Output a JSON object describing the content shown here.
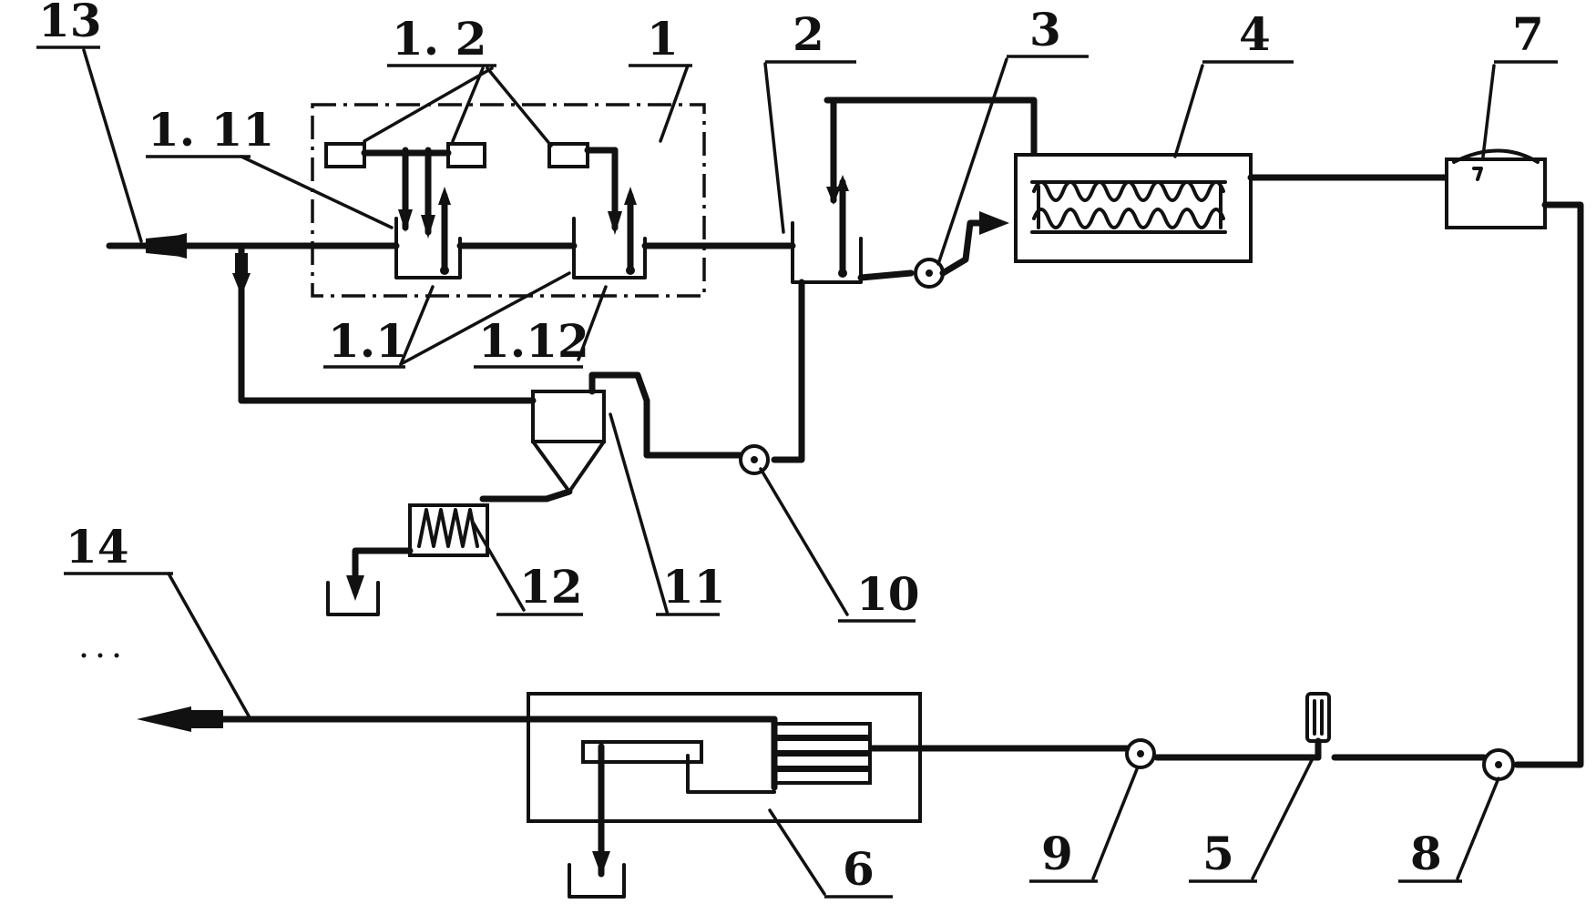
{
  "labels": {
    "l13": "13",
    "l1_2": "1. 2",
    "l1": "1",
    "l2": "2",
    "l3": "3",
    "l4": "4",
    "l7": "7",
    "l1_11": "1. 11",
    "l1_1": "1.1",
    "l1_12": "1.12",
    "l14": "14",
    "l12": "12",
    "l11": "11",
    "l10": "10",
    "l9": "9",
    "l5": "5",
    "l8": "8",
    "l6": "6"
  }
}
